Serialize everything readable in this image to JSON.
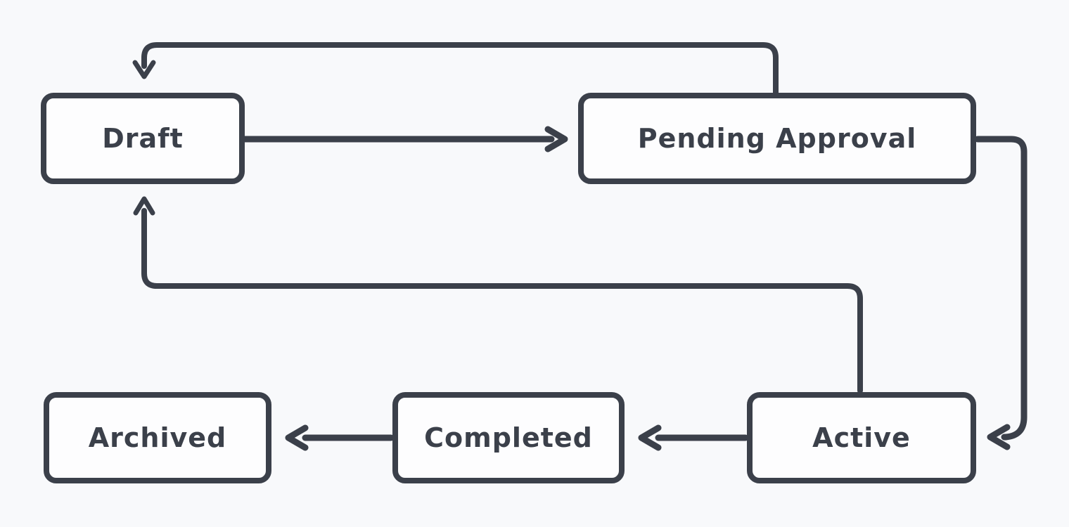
{
  "diagram": {
    "type": "state-flow-diagram",
    "style": "hand-drawn",
    "nodes": {
      "draft": {
        "label": "Draft"
      },
      "pending_approval": {
        "label": "Pending Approval"
      },
      "active": {
        "label": "Active"
      },
      "completed": {
        "label": "Completed"
      },
      "archived": {
        "label": "Archived"
      }
    },
    "edges": [
      {
        "from": "Draft",
        "to": "Pending Approval"
      },
      {
        "from": "Pending Approval",
        "to": "Draft"
      },
      {
        "from": "Pending Approval",
        "to": "Active"
      },
      {
        "from": "Active",
        "to": "Draft"
      },
      {
        "from": "Active",
        "to": "Completed"
      },
      {
        "from": "Completed",
        "to": "Archived"
      }
    ],
    "colors": {
      "background": "#f8f9fb",
      "stroke": "#3b404a",
      "node_fill": "#fdfdfe"
    }
  }
}
